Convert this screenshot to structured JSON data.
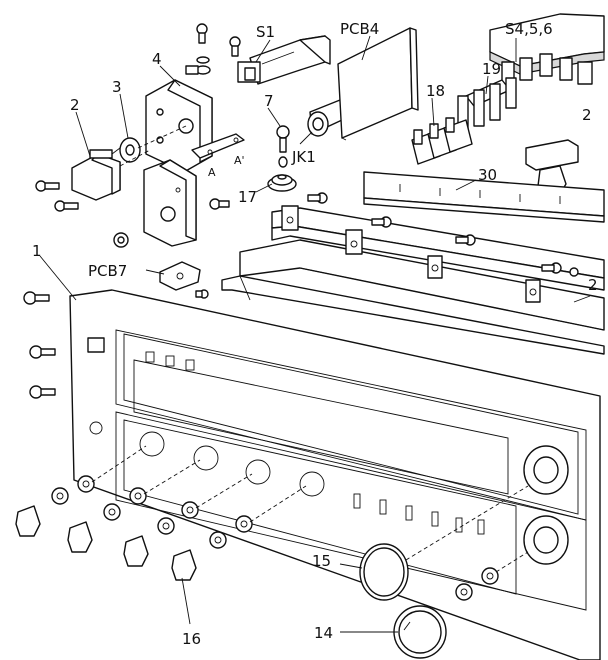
{
  "labels": {
    "s1": "S1",
    "pcb4": "PCB4",
    "s456": "S4,5,6",
    "n4": "4",
    "n3": "3",
    "n2": "2",
    "n7": "7",
    "n19": "19",
    "n18": "18",
    "n2r": "2",
    "a": "A",
    "a1": "A'",
    "jk1": "JK1",
    "n17": "17",
    "n30": "30",
    "n1": "1",
    "pcb7": "PCB7",
    "n2r2": "2",
    "n15": "15",
    "n16": "16",
    "n14": "14"
  }
}
